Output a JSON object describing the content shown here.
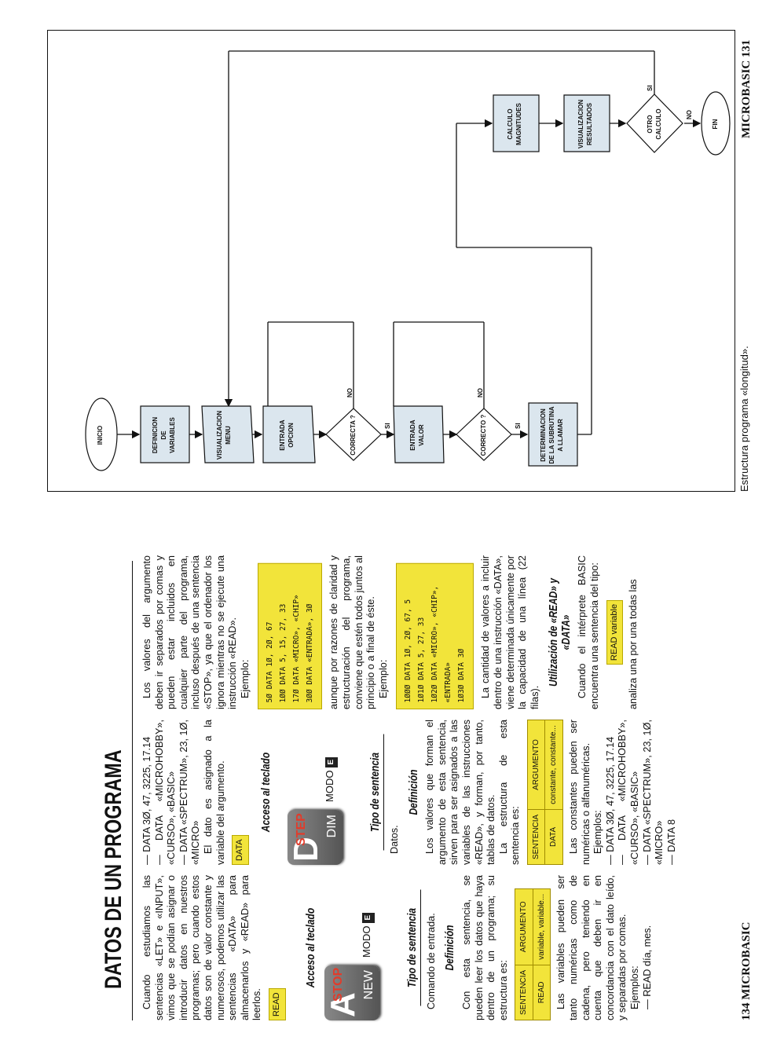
{
  "left_page": {
    "title": "DATOS DE UN PROGRAMA",
    "page_footer": "134 MICROBASIC",
    "col1": {
      "intro": "Cuando estudiamos las sentencias «LET» e «INPUT», vimos que se podían asignar o introducir datos en nuestros programas; pero cuando estos datos son de valor constante y numerosos, podemos utilizar las sentencias «DATA» para almacenarlos y «READ» para leerlos.",
      "tag": "READ",
      "acceso": "Acceso al teclado",
      "key_letter": "A",
      "key_red": "STOP",
      "key_word": "NEW",
      "modo": "MODO",
      "modo_letter": "E",
      "tipo": "Tipo de sentencia",
      "tipo_text": "Comando de entrada.",
      "def": "Definición",
      "def_text": "Con esta sentencia, se pueden leer los datos que haya dentro de un programa; su estructura es:",
      "table_head": [
        "SENTENCIA",
        "ARGUMENTO"
      ],
      "table_row": [
        "READ",
        "variable, variable..."
      ],
      "vars_text": "Las variables pueden ser tanto numéricas como de cadena, pero teniendo en cuenta que deben ir en concordancia con el dato leído, y separadas por comas.",
      "ejemplos": "Ejemplos:",
      "ex1": "— READ día, mes."
    },
    "col2": {
      "ex_lines": [
        "— DATA 3Ø, 47, 3225, 17.14",
        "— DATA «MICROHOBBY», «CURSO», «BASIC»",
        "— DATA «SPECTRUM», 23, 1Ø, «MICRO»",
        "— DATA 8"
      ],
      "asig": "El dato es asignado a la variable del argumento.",
      "tag": "DATA",
      "acceso": "Acceso al teclado",
      "key_letter": "D",
      "key_red": "STEP",
      "key_word": "DIM",
      "modo": "MODO",
      "modo_letter": "E",
      "tipo": "Tipo de sentencia",
      "tipo_text": "Datos.",
      "def": "Definición",
      "def_text": "Los valores que forman el argumento de esta sentencia, sirven para ser asignados a las variables de las instrucciones «READ», y forman, por tanto, tablas de datos.",
      "estructura": "La estructura de esta sentencia es:",
      "table_head": [
        "SENTENCIA",
        "ARGUMENTO"
      ],
      "table_row": [
        "DATA",
        "constante, constante..."
      ],
      "const_text": "Las constantes pueden ser numéricas o alfanuméricas.",
      "ejemplos": "Ejemplos:"
    },
    "col3": {
      "p1": "Los valores del argumento deben ir separados por comas y pueden estar incluidos en cualquier parte del programa, incluso después de una sentencia «STOP», ya que el ordenador los ignora mientras no se ejecute una instrucción «READ».",
      "ejemplo": "Ejemplo:",
      "code1": [
        "5Ø DATA 1Ø, 2Ø, 67",
        "1ØØ DATA 5, 15, 27, 33",
        "17Ø DATA «MICRO», «CHIP»",
        "3ØØ DATA «ENTRADA», 3Ø"
      ],
      "p2": "aunque por razones de claridad y estructuración del programa, conviene que estén todos juntos al principio o a final de éste.",
      "ejemplo2": "Ejemplo:",
      "code2": [
        "1ØØØ DATA 1Ø, 2Ø, 67, 5",
        "1Ø1Ø DATA 5, 27, 33",
        "1Ø2Ø DATA «MICRO», «CHIP», «ENTRADA»",
        "1Ø3Ø DATA 3Ø"
      ],
      "p3": "La cantidad de valores a incluir dentro de una instrucción «DATA», viene determinada únicamente por la capacidad de una línea (22 filas).",
      "util": "Utilización de «READ» y «DATA»",
      "p4": "Cuando el intérprete BASIC encuentra una sentencia del tipo:",
      "tag": "READ variable",
      "p5": "analiza una por una todas las"
    }
  },
  "right_page": {
    "page_footer": "MICROBASIC 131",
    "caption": "Estructura programa «longitud».",
    "flow": {
      "inicio": "INICIO",
      "definicion": [
        "DEFINICION",
        "DE",
        "VARIABLES"
      ],
      "visualizacion_menu": [
        "VISUALIZACION",
        "MENU"
      ],
      "entrada_opcion": [
        "ENTRADA",
        "OPCION"
      ],
      "correcta": "CORRECTA ?",
      "entrada_valor": [
        "ENTRADA",
        "VALOR"
      ],
      "correcto": "CORRECTO ?",
      "determinacion": [
        "DETERMINACION",
        "DE LA SUBRUTINA",
        "A LLAMAR"
      ],
      "calculo": [
        "CALCULO",
        "MAGNITUDES"
      ],
      "visualizacion_resultados": [
        "VISUALIZACION",
        "RESULTADOS"
      ],
      "otro": [
        "OTRO",
        "CALCULO"
      ],
      "fin": "FIN",
      "si": "SI",
      "no": "NO"
    }
  },
  "colors": {
    "yellow": "#f2e43a",
    "red": "#e23b2a",
    "flow_fill": "#dbe6ee"
  }
}
